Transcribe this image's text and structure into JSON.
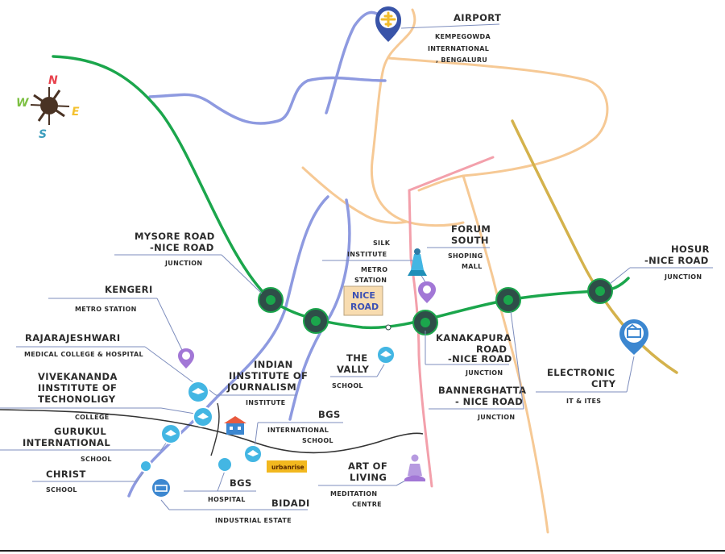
{
  "compass": {
    "n": "N",
    "s": "S",
    "e": "E",
    "w": "W"
  },
  "colors": {
    "nice_road": "#1ba64c",
    "highway_blue": "#8e9ae0",
    "highway_orange": "#f6c995",
    "metro_pink": "#f3a0ab",
    "hosur_gold": "#d4b24c",
    "junction_fill": "#2e4e48",
    "poi_blue": "#43b6e3",
    "poi_purple": "#a277d6"
  },
  "labels": {
    "airport": {
      "title": "AIRPORT",
      "sub1": "KEMPEGOWDA",
      "sub2": "INTERNATIONAL",
      "sub3": ", BENGALURU"
    },
    "mysore_road": {
      "title1": "MYSORE ROAD",
      "title2": "-NICE ROAD",
      "sub": "JUNCTION"
    },
    "kengeri": {
      "title": "KENGERI",
      "sub": "METRO STATION"
    },
    "rajarajeshwari": {
      "title": "RAJARAJESHWARI",
      "sub": "MEDICAL COLLEGE & HOSPITAL"
    },
    "vivekananda": {
      "title1": "VIVEKANANDA",
      "title2": "IINSTITUTE OF",
      "title3": "TECHONOLIGY",
      "sub": "COLLEGE"
    },
    "gurukul": {
      "title1": "GURUKUL",
      "title2": "INTERNATIONAL",
      "sub": "SCHOOL"
    },
    "christ": {
      "title": "CHRIST",
      "sub": "SCHOOL"
    },
    "iij": {
      "title1": "INDIAN",
      "title2": "IINSTITUTE OF",
      "title3": "JOURNALISM",
      "sub": "INSTITUTE"
    },
    "bgs_school": {
      "title": "BGS",
      "sub1": "INTERNATIONAL",
      "sub2": "SCHOOL"
    },
    "bgs_hospital": {
      "title": "BGS",
      "sub": "HOSPITAL"
    },
    "bidadi": {
      "title": "BIDADI",
      "sub": "INDUSTRIAL ESTATE"
    },
    "silk_institute": {
      "title1": "SILK",
      "title2": "INSTITUTE",
      "sub1": "METRO",
      "sub2": "STATION"
    },
    "nice_road": {
      "line1": "NICE",
      "line2": "ROAD"
    },
    "forum": {
      "title1": "FORUM",
      "title2": "SOUTH",
      "sub1": "SHOPING",
      "sub2": "MALL"
    },
    "the_vally": {
      "title1": "THE",
      "title2": "VALLY",
      "sub": "SCHOOL"
    },
    "kanakapura": {
      "title1": "KANAKAPURA",
      "title2": "ROAD",
      "title3": "-NICE ROAD",
      "sub": "JUNCTION"
    },
    "bannerghatta": {
      "title1": "BANNERGHATTA",
      "title2": "- NICE ROAD",
      "sub": "JUNCTION"
    },
    "art_of_living": {
      "title1": "ART OF",
      "title2": "LIVING",
      "sub1": "MEDITATION",
      "sub2": "CENTRE"
    },
    "hosur": {
      "title1": "HOSUR",
      "title2": "-NICE ROAD",
      "sub": "JUNCTION"
    },
    "electronic_city": {
      "title1": "ELECTRONIC",
      "title2": "CITY",
      "sub": "IT & ITES"
    },
    "brand": {
      "text": "urbanrise"
    }
  }
}
